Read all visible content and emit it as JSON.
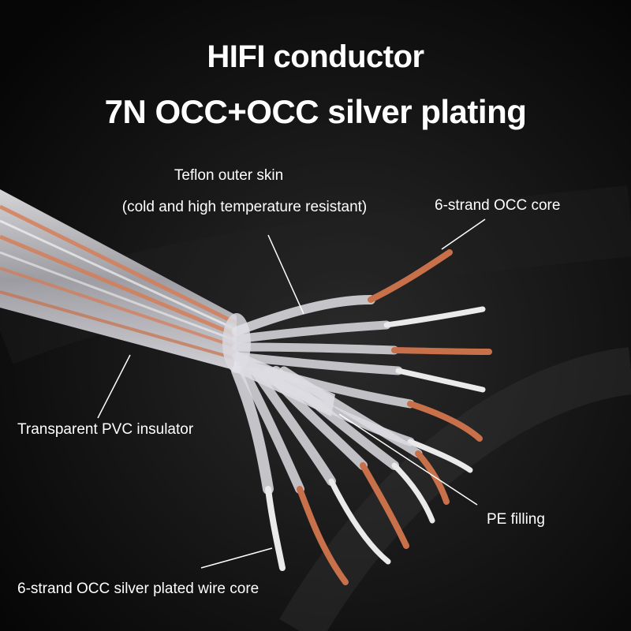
{
  "title": {
    "line1": "HIFI conductor",
    "line2": "7N OCC+OCC silver plating"
  },
  "labels": {
    "teflon_line1": "Teflon outer skin",
    "teflon_line2": "(cold and high temperature resistant)",
    "occ_core": "6-strand OCC core",
    "pvc": "Transparent PVC insulator",
    "pe": "PE filling",
    "silver_core": "6-strand OCC silver plated wire core"
  },
  "colors": {
    "background": "#0b0b0b",
    "text": "#ffffff",
    "copper": "#c8704a",
    "silver": "#e6e6e6",
    "jacket": "#d9d9de"
  }
}
